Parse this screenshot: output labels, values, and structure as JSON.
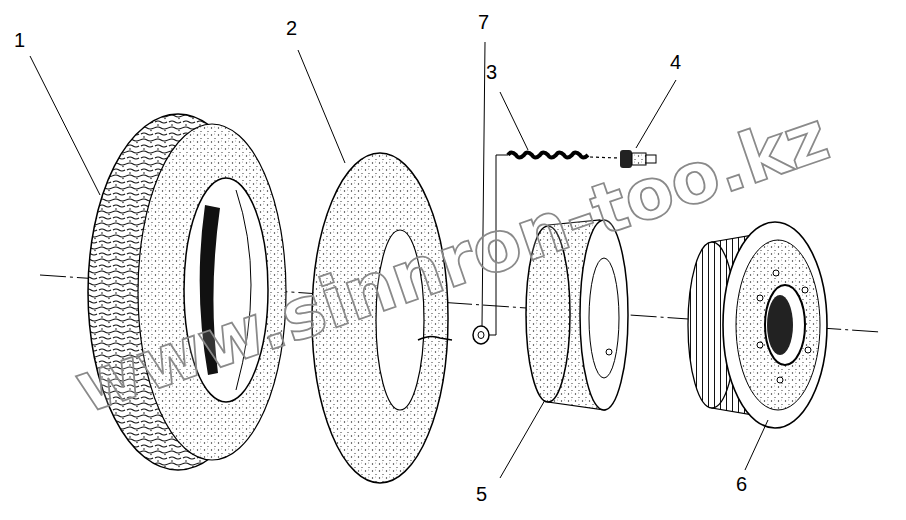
{
  "diagram": {
    "labels": [
      "1",
      "2",
      "7",
      "3",
      "4",
      "5",
      "6",
      "www.sinnron-too.kz"
    ]
  }
}
